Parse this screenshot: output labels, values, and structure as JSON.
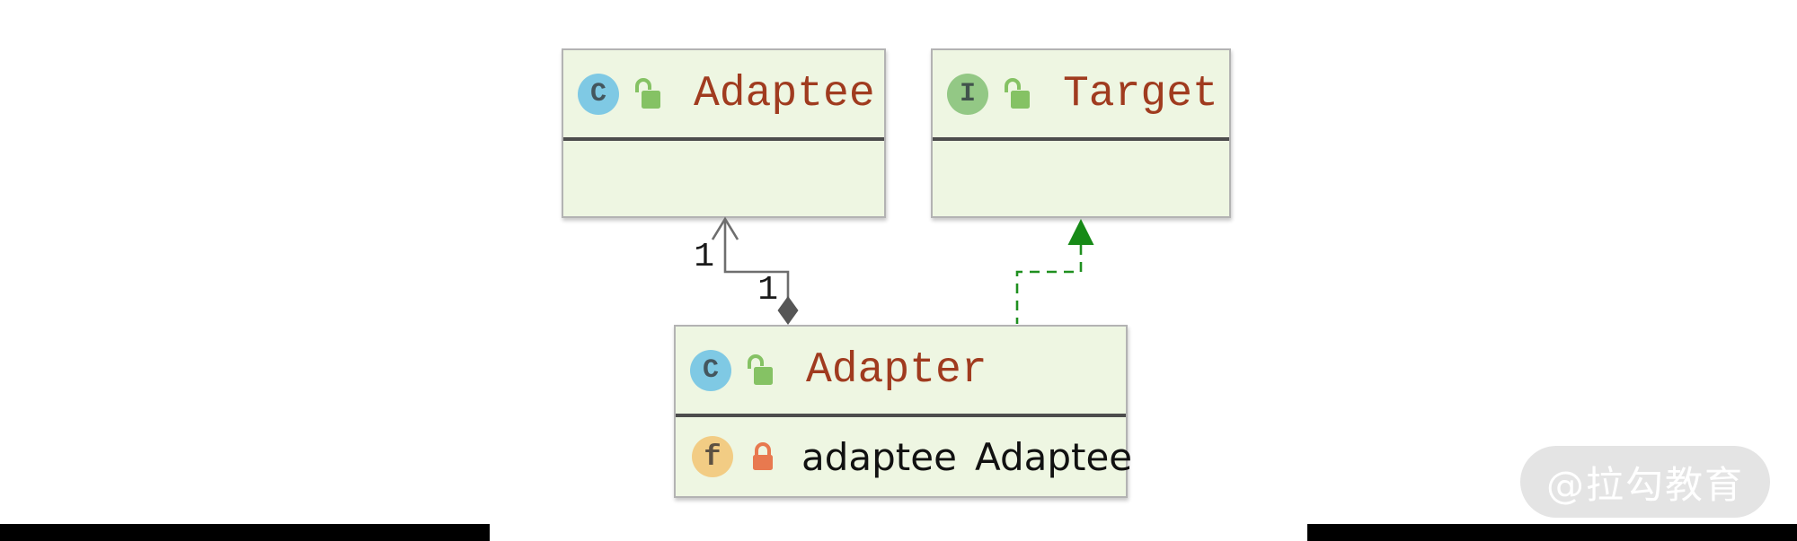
{
  "diagram_type": "uml-class-diagram",
  "nodes": {
    "adaptee": {
      "name": "Adaptee",
      "kind": "class",
      "badge_letter": "C",
      "visibility": "public"
    },
    "target": {
      "name": "Target",
      "kind": "interface",
      "badge_letter": "I",
      "visibility": "public"
    },
    "adapter": {
      "name": "Adapter",
      "kind": "class",
      "badge_letter": "C",
      "visibility": "public",
      "field": {
        "badge_letter": "f",
        "name": "adaptee",
        "type": "Adaptee",
        "visibility": "private"
      }
    }
  },
  "relationships": [
    {
      "type": "composition",
      "from": "Adapter",
      "to": "Adaptee",
      "multiplicity_target_end": "1",
      "multiplicity_source_end": "1"
    },
    {
      "type": "realization",
      "from": "Adapter",
      "to": "Target"
    }
  ],
  "watermark": {
    "text": "@拉勾教育"
  },
  "colors": {
    "node_fill": "#eef6e2",
    "node_border": "#b3b3b3",
    "separator": "#4c4c4c",
    "title_text": "#a03b1f",
    "field_text": "#111111",
    "class_badge": "#7fc9e4",
    "interface_badge": "#93c885",
    "field_badge": "#f2cc84",
    "public_lock_green": "#85c264",
    "private_lock_orange": "#e8794f",
    "composition_gray": "#6e6e6e",
    "diamond_fill": "#565656",
    "realization_green": "#1f8f1f"
  }
}
